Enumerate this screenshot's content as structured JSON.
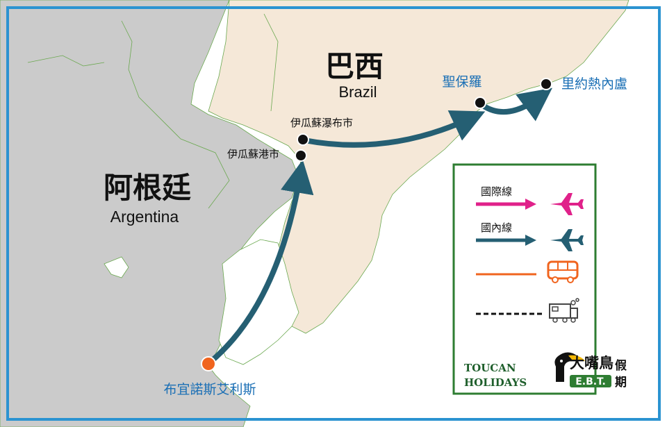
{
  "countries": [
    {
      "name_zh": "巴西",
      "name_en": "Brazil"
    },
    {
      "name_zh": "阿根廷",
      "name_en": "Argentina"
    }
  ],
  "cities": [
    {
      "name": "聖保羅",
      "label_color": "#1a6fb5",
      "marker": "black"
    },
    {
      "name": "里約熱內盧",
      "label_color": "#1a6fb5",
      "marker": "black"
    },
    {
      "name": "伊瓜蘇瀑布市",
      "label_color": "#111111",
      "marker": "black"
    },
    {
      "name": "伊瓜蘇港市",
      "label_color": "#111111",
      "marker": "black"
    },
    {
      "name": "布宜諾斯艾利斯",
      "label_color": "#1a6fb5",
      "marker": "orange"
    }
  ],
  "routes": [
    {
      "from": "布宜諾斯艾利斯",
      "to": "伊瓜蘇港市",
      "type": "domestic-flight"
    },
    {
      "from": "伊瓜蘇瀑布市",
      "to": "聖保羅",
      "type": "domestic-flight"
    },
    {
      "from": "聖保羅",
      "to": "里約熱內盧",
      "type": "domestic-flight"
    }
  ],
  "legend": {
    "items": [
      {
        "label": "國際線",
        "color": "#e0218a",
        "icon": "airplane-icon"
      },
      {
        "label": "國內線",
        "color": "#255f73",
        "icon": "airplane-icon"
      },
      {
        "label": "",
        "color": "#f0641e",
        "icon": "bus-icon"
      },
      {
        "label": "",
        "color": "#111111",
        "icon": "train-icon"
      }
    ]
  },
  "logo": {
    "text_en_line1": "TOUCAN",
    "text_en_line2": "HOLIDAYS",
    "text_zh_1": "大嘴鳥",
    "text_zh_2": "假",
    "text_zh_3": "期",
    "badge": "E.B.T."
  },
  "colors": {
    "ocean": "#ffffff",
    "brazil_land": "#f5e8d8",
    "argentina_land": "#cbcbcb",
    "frame": "#2b93d1",
    "legend_border": "#2e7d32",
    "route": "#255f73",
    "border_line": "#6aa84f"
  }
}
